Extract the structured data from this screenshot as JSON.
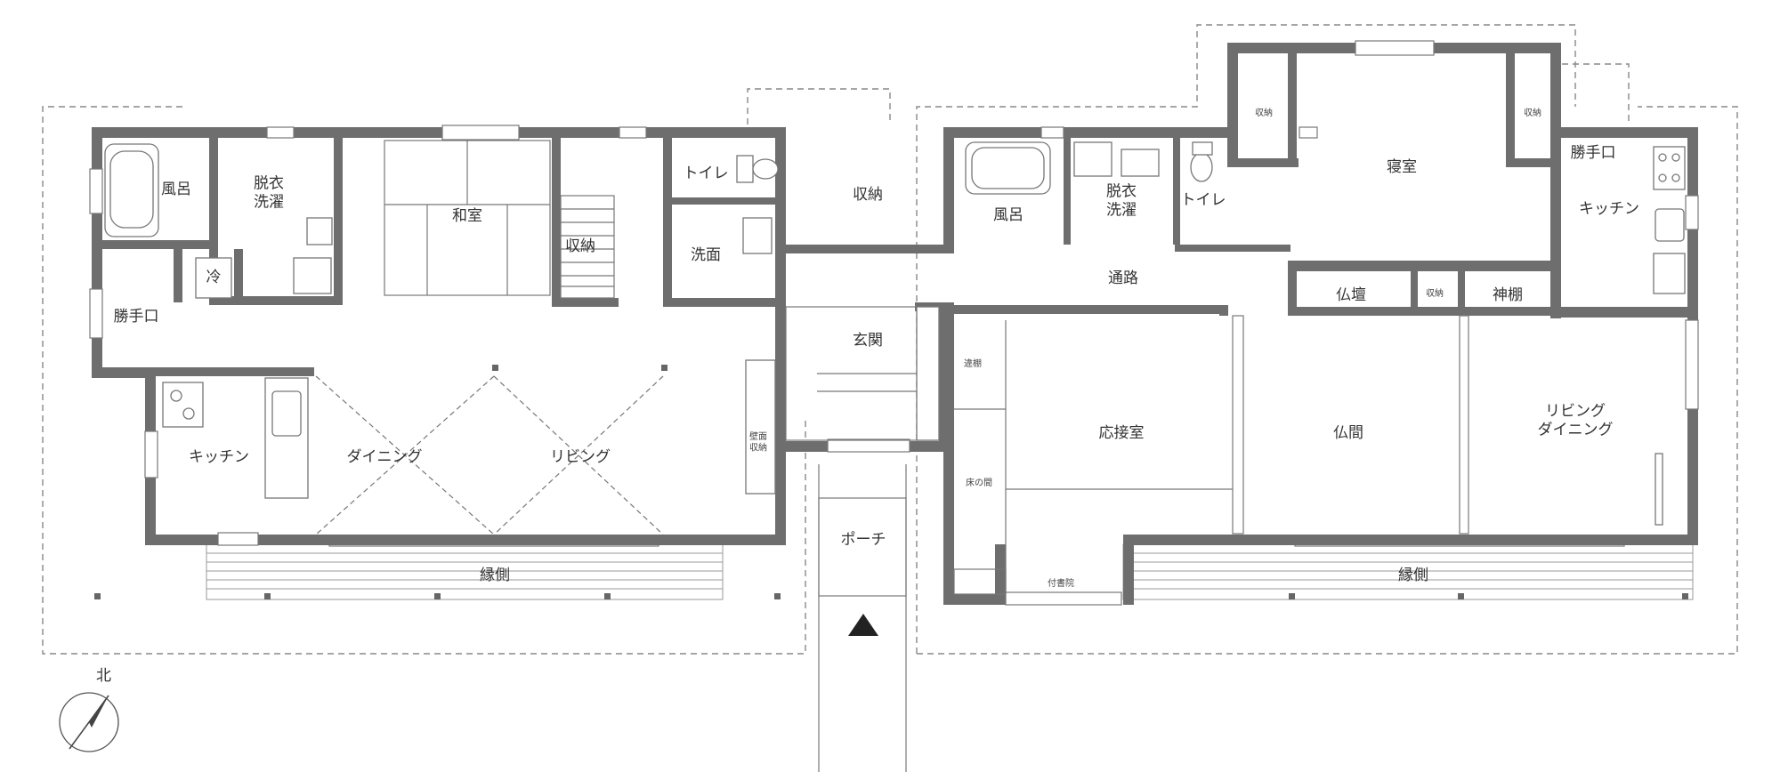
{
  "rooms": {
    "furo_left": "風呂",
    "datsui_left": "脱衣\n洗濯",
    "washitsu": "和室",
    "shuno_stair": "収納",
    "toilet_left": "トイレ",
    "senmen": "洗面",
    "shuno_center": "収納",
    "rei": "冷",
    "katteguchi_left": "勝手口",
    "kitchen_left": "キッチン",
    "dining": "ダイニング",
    "living": "リビング",
    "genkan": "玄関",
    "hekimen_shuno": "壁面\n収納",
    "porch": "ポーチ",
    "engawa_left": "縁側",
    "furo_right": "風呂",
    "datsui_right": "脱衣\n洗濯",
    "toilet_right": "トイレ",
    "shuno_bed_left": "収納",
    "shuno_bed_right": "収納",
    "shinshitsu": "寝室",
    "katteguchi_right": "勝手口",
    "kitchen_right": "キッチン",
    "tsuro": "通路",
    "butsudan": "仏壇",
    "shuno_small": "収納",
    "kamidana": "神棚",
    "chigaidana": "違棚",
    "tokonoma": "床の間",
    "osetsushitsu": "応接室",
    "butsuma": "仏間",
    "living_dining_right": "リビング\nダイニング",
    "tsukeshoin": "付書院",
    "engawa_right": "縁側"
  },
  "compass": {
    "label": "北"
  },
  "colors": {
    "wall": "#6e6e6e",
    "dashed": "#888888",
    "text": "#333333"
  }
}
